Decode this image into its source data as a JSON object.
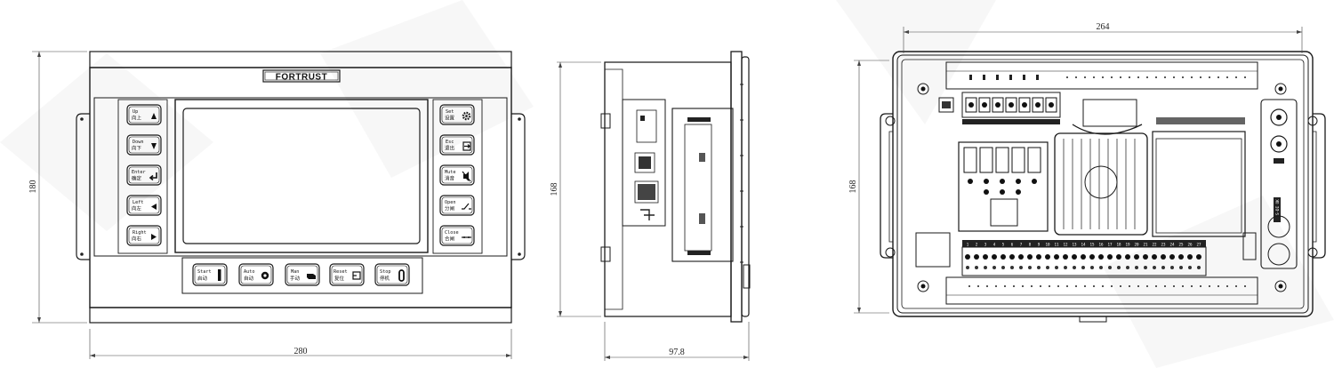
{
  "brand": "FORTRUST",
  "dimensions": {
    "front_width": "280",
    "front_height": "180",
    "side_height": "168",
    "side_depth": "97.8",
    "back_width": "264",
    "back_height": "168"
  },
  "left_buttons": [
    {
      "en": "Up",
      "cn": "向上",
      "icon": "up-arrow-icon"
    },
    {
      "en": "Down",
      "cn": "向下",
      "icon": "down-arrow-icon"
    },
    {
      "en": "Enter",
      "cn": "确定",
      "icon": "enter-arrow-icon"
    },
    {
      "en": "Left",
      "cn": "向左",
      "icon": "left-arrow-icon"
    },
    {
      "en": "Right",
      "cn": "向右",
      "icon": "right-arrow-icon"
    }
  ],
  "right_buttons": [
    {
      "en": "Set",
      "cn": "设置",
      "icon": "gear-icon"
    },
    {
      "en": "Esc",
      "cn": "退出",
      "icon": "exit-icon"
    },
    {
      "en": "Mute",
      "cn": "消音",
      "icon": "mute-icon"
    },
    {
      "en": "Open",
      "cn": "分闸",
      "icon": "switch-open-icon"
    },
    {
      "en": "Close",
      "cn": "合闸",
      "icon": "switch-close-icon"
    }
  ],
  "bottom_buttons": [
    {
      "en": "Start",
      "cn": "启动",
      "icon": "start-bar-icon"
    },
    {
      "en": "Auto",
      "cn": "自动",
      "icon": "auto-icon"
    },
    {
      "en": "Man",
      "cn": "手动",
      "icon": "hand-icon"
    },
    {
      "en": "Reset",
      "cn": "复位",
      "icon": "reset-icon"
    },
    {
      "en": "Stop",
      "cn": "停机",
      "icon": "stop-icon"
    }
  ],
  "back_labels": {
    "port": "S-DI OK",
    "terminals_bottom": [
      "1",
      "2",
      "3",
      "4",
      "5",
      "6",
      "7",
      "8",
      "9",
      "10",
      "11",
      "12",
      "13",
      "14",
      "15",
      "16",
      "17",
      "18",
      "19",
      "20",
      "21",
      "22",
      "23",
      "24",
      "25",
      "26",
      "27"
    ]
  }
}
